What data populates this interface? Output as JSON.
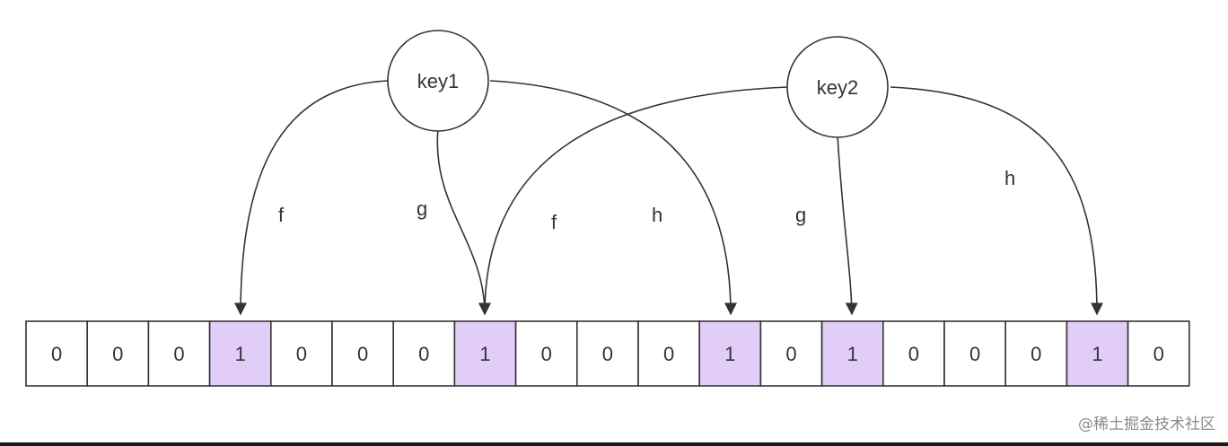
{
  "nodes": [
    {
      "id": "key1",
      "label": "key1"
    },
    {
      "id": "key2",
      "label": "key2"
    }
  ],
  "bit_array": [
    "0",
    "0",
    "0",
    "1",
    "0",
    "0",
    "0",
    "1",
    "0",
    "0",
    "0",
    "1",
    "0",
    "1",
    "0",
    "0",
    "0",
    "1",
    "0"
  ],
  "edges": [
    {
      "from": "key1",
      "hash": "f",
      "to_index": 3
    },
    {
      "from": "key1",
      "hash": "g",
      "to_index": 7
    },
    {
      "from": "key1",
      "hash": "h",
      "to_index": 11
    },
    {
      "from": "key2",
      "hash": "f",
      "to_index": 7
    },
    {
      "from": "key2",
      "hash": "g",
      "to_index": 13
    },
    {
      "from": "key2",
      "hash": "h",
      "to_index": 17
    }
  ],
  "colors": {
    "set_bit_fill": "#e2cdf9",
    "stroke": "#333333",
    "text": "#333333"
  },
  "watermark": "@稀土掘金技术社区"
}
